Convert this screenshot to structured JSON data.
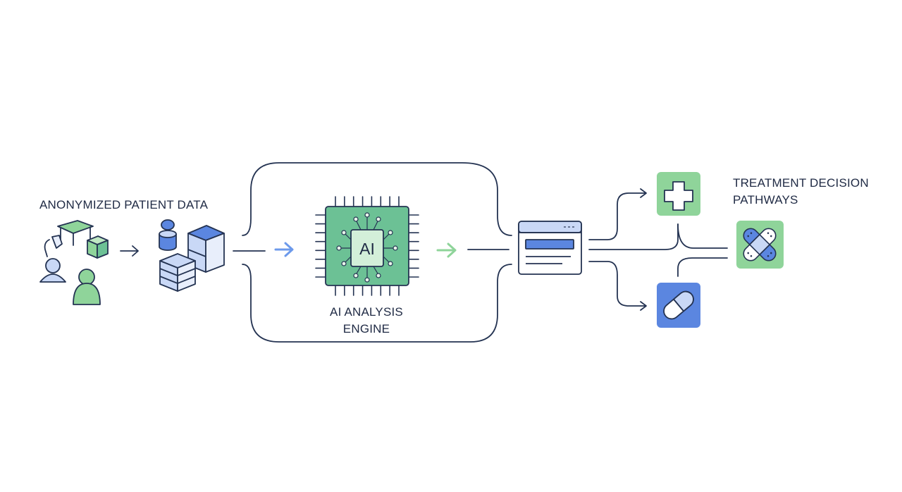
{
  "labels": {
    "input": "ANONYMIZED PATIENT DATA",
    "engine_line1": "AI ANALYSIS",
    "engine_line2": "ENGINE",
    "output_line1": "TREATMENT DECISION",
    "output_line2": "PATHWAYS",
    "chip_text": "AI"
  },
  "icons": {
    "patients": "people-group-icon",
    "database": "database-servers-icon",
    "engine": "ai-chip-icon",
    "report": "report-window-icon",
    "care": "medical-cross-icon",
    "therapy": "bandage-icon",
    "medication": "pill-capsule-icon"
  },
  "colors": {
    "stroke": "#243352",
    "green_fill": "#8fd49a",
    "green_light": "#bfe8c3",
    "blue_fill": "#5b86e0",
    "blue_light": "#c9d8f6",
    "chip_fill": "#6cc195",
    "chip_core": "#d3efd9",
    "arrow_blue": "#6d9aeb",
    "arrow_green": "#8fd49a"
  }
}
